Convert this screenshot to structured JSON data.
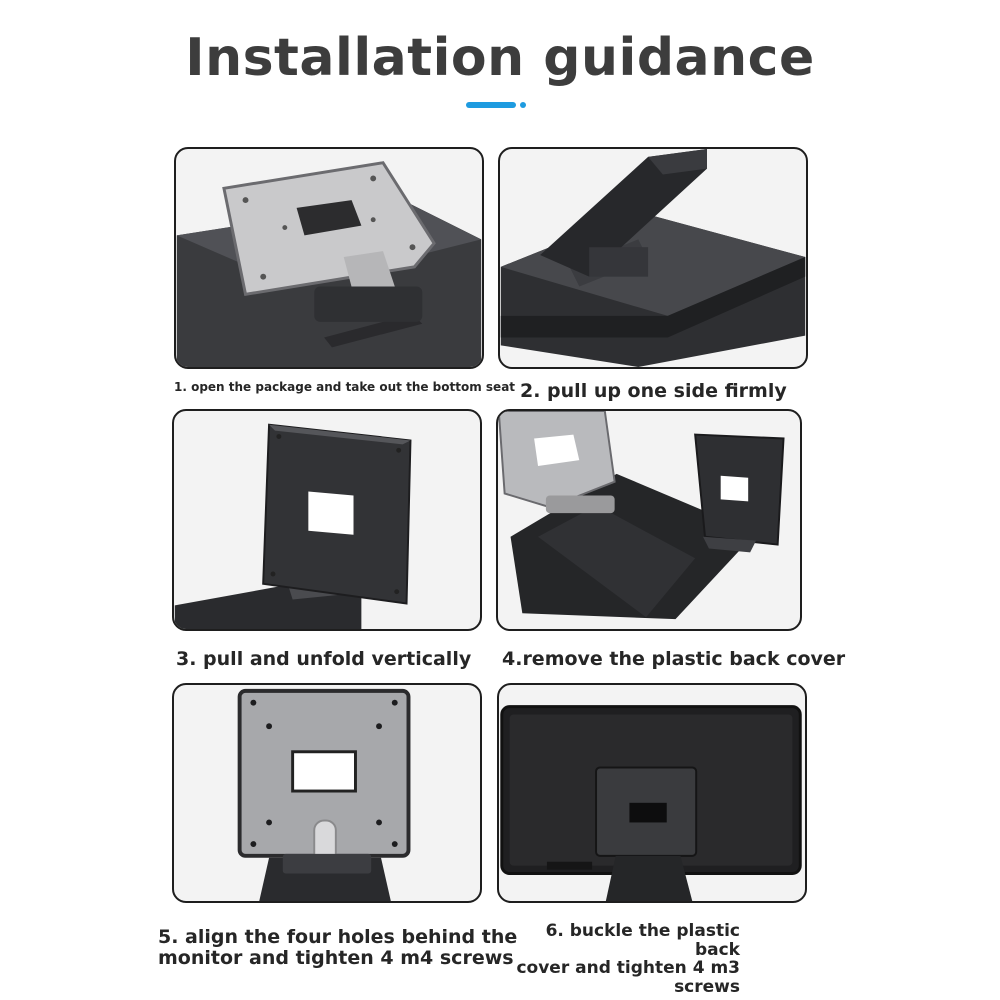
{
  "header": {
    "title": "Installation guidance",
    "accent_color": "#1e9be0"
  },
  "steps": [
    {
      "caption": "1. open the package and take out the bottom seat"
    },
    {
      "caption": "2. pull up one side firmly"
    },
    {
      "caption": "3. pull and unfold vertically"
    },
    {
      "caption": "4.remove the plastic back cover"
    },
    {
      "caption_line1": "5. align the four holes behind the",
      "caption_line2": "monitor and tighten 4 m4 screws"
    },
    {
      "caption_line1": "6. buckle the plastic back",
      "caption_line2": "cover and tighten 4 m3",
      "caption_line3": "screws"
    }
  ]
}
